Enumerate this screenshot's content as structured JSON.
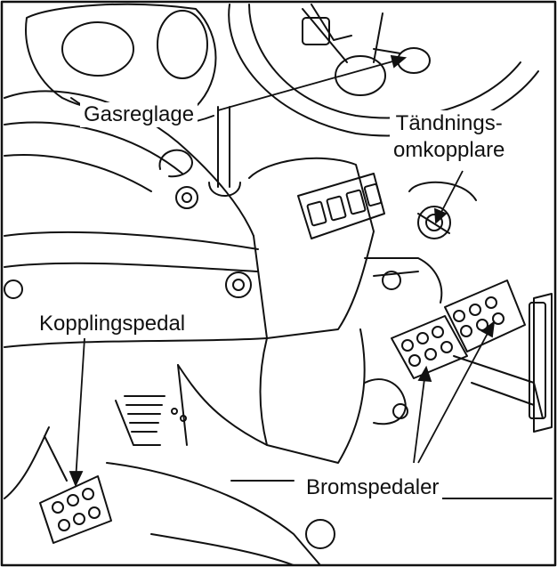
{
  "labels": {
    "throttle": "Gasreglage",
    "ignition_line1": "Tändnings-",
    "ignition_line2": "omkopplare",
    "clutch_pedal": "Kopplingspedal",
    "brake_pedals": "Bromspedaler"
  },
  "colors": {
    "ink": "#111111",
    "paper": "#ffffff",
    "shade": "#d9d9d9"
  }
}
